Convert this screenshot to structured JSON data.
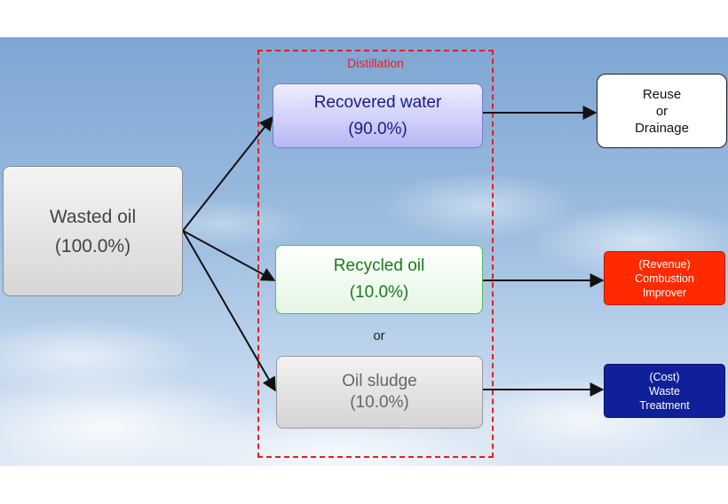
{
  "diagram": {
    "distillation_label": "Distillation",
    "or_label": "or",
    "wasted_oil": {
      "name": "Wasted oil",
      "percent": "(100.0%)"
    },
    "recovered_water": {
      "name": "Recovered water",
      "percent": "(90.0%)"
    },
    "recycled_oil": {
      "name": "Recycled oil",
      "percent": "(10.0%)"
    },
    "oil_sludge": {
      "name": "Oil sludge",
      "percent": "(10.0%)"
    },
    "reuse": {
      "line1": "Reuse",
      "line2": "or",
      "line3": "Drainage"
    },
    "revenue": {
      "line1": "(Revenue)",
      "line2": "Combustion",
      "line3": "Improver"
    },
    "cost": {
      "line1": "(Cost)",
      "line2": "Waste",
      "line3": "Treatment"
    },
    "colors": {
      "distillation_border": "#e32020",
      "revenue_fill": "#ff2a00",
      "cost_fill": "#10209a",
      "recovered_text": "#1a1a8a",
      "recycled_text": "#1b7a1b"
    }
  }
}
